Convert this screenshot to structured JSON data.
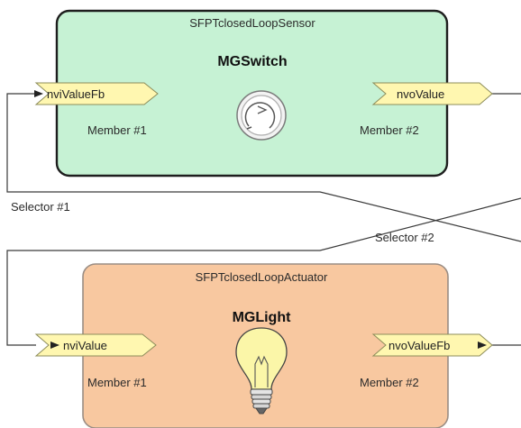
{
  "sensor_block": {
    "type_name": "SFPTclosedLoopSensor",
    "name": "MGSwitch",
    "fill_color": "#c6f2d4",
    "border_color": "#1e1e1e",
    "icon": "rotation-dial-icon",
    "input": {
      "label": "nviValueFb",
      "member": "Member #1"
    },
    "output": {
      "label": "nvoValue",
      "member": "Member #2"
    }
  },
  "actuator_block": {
    "type_name": "SFPTclosedLoopActuator",
    "name": "MGLight",
    "fill_color": "#f8c8a0",
    "border_color": "#9a8d84",
    "icon": "light-bulb-icon",
    "input": {
      "label": "nviValue",
      "member": "Member #1"
    },
    "output": {
      "label": "nvoValueFb",
      "member": "Member #2"
    }
  },
  "selectors": [
    "Selector #1",
    "Selector #2"
  ],
  "port_color": "#fff7b0"
}
